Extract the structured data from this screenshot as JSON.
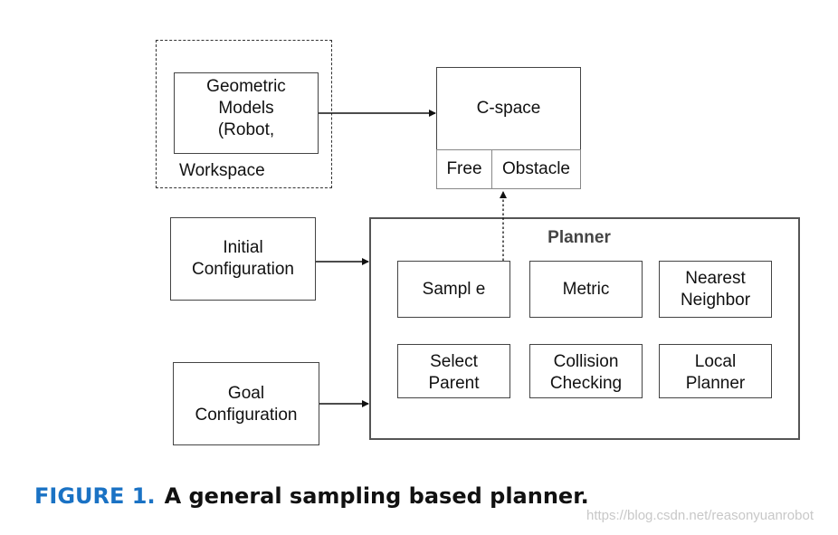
{
  "diagram": {
    "workspace": {
      "models_lines": [
        "Geometric",
        "Models",
        "(Robot,"
      ],
      "label": "Workspace"
    },
    "cspace": {
      "title": "C-space",
      "free": "Free",
      "obstacle": "Obstacle"
    },
    "inputs": {
      "initial_lines": [
        "Initial",
        "Configuration"
      ],
      "goal_lines": [
        "Goal",
        "Configuration"
      ]
    },
    "planner": {
      "title": "Planner",
      "sample": "Sampl e",
      "metric": "Metric",
      "nearest_lines": [
        "Nearest",
        "Neighbor"
      ],
      "select_lines": [
        "Select",
        "Parent"
      ],
      "collision_lines": [
        "Collision",
        "Checking"
      ],
      "local_lines": [
        "Local",
        "Planner"
      ]
    }
  },
  "caption": {
    "number": "FIGURE 1.",
    "text": "A general sampling based planner."
  },
  "watermark": "https://blog.csdn.net/reasonyuanrobot"
}
